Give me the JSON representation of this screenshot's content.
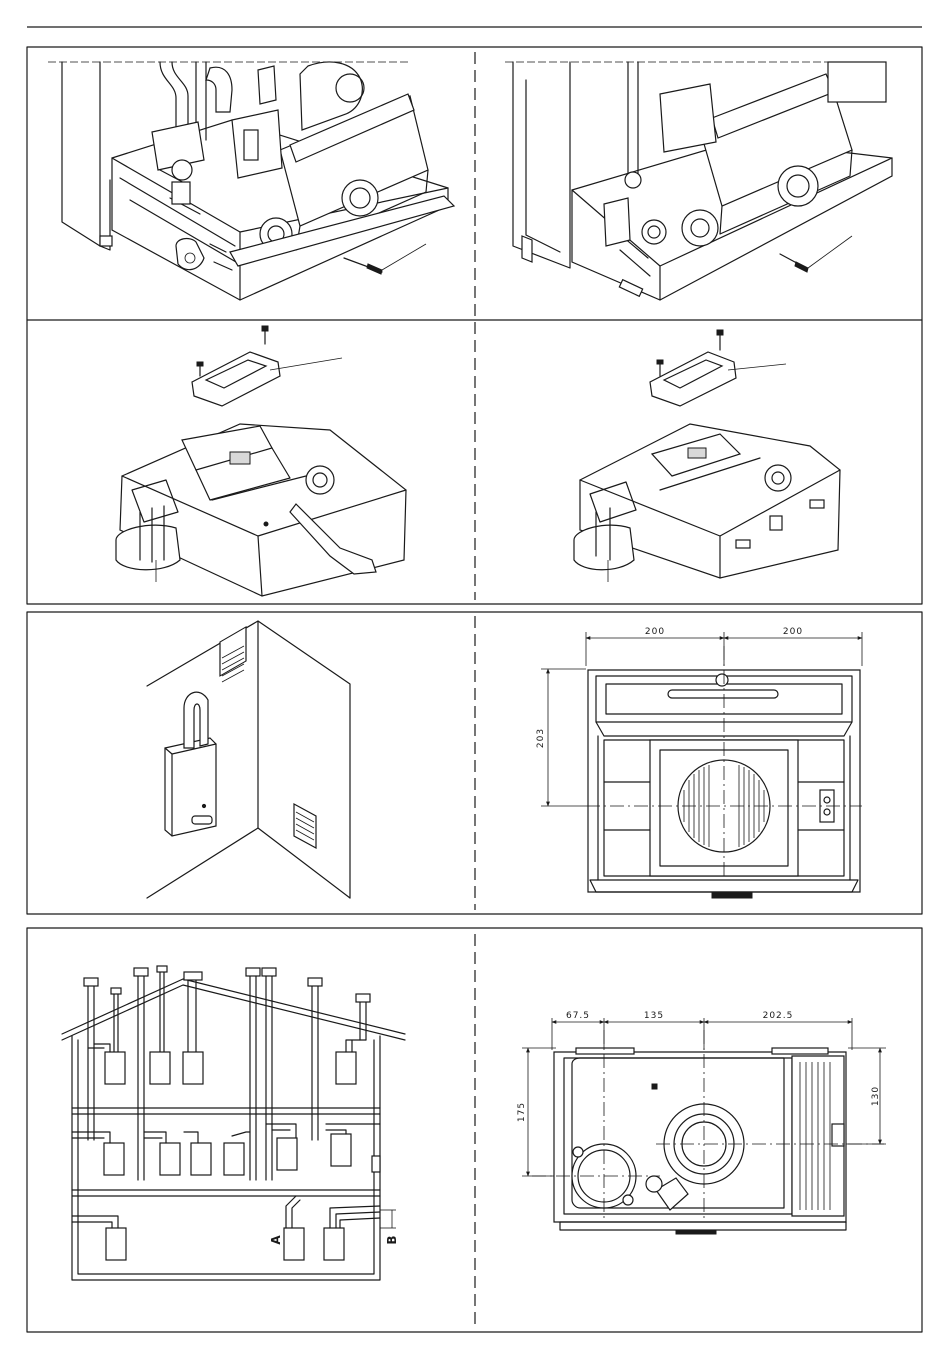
{
  "panel_3_right": {
    "dim_top_left": "200",
    "dim_top_right": "200",
    "dim_left": "203"
  },
  "panel_4_right": {
    "dim_a": "67.5",
    "dim_b": "135",
    "dim_c": "202.5",
    "dim_left": "175",
    "dim_right": "130"
  },
  "panel_4_left": {
    "label_a": "A",
    "label_b": "B"
  }
}
